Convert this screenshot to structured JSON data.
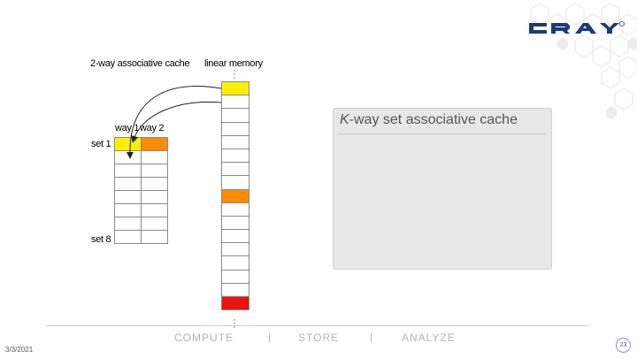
{
  "header": {
    "logo_text": "CRAY"
  },
  "diagram": {
    "cache_label": "2-way associative cache",
    "memory_label": "linear memory",
    "way1": "way 1",
    "way2": "way 2",
    "set1": "set  1",
    "set8": "set  8",
    "colors": {
      "yellow": "#ffee00",
      "orange": "#ff8c00",
      "red": "#ee1111"
    }
  },
  "panel": {
    "title": "-way  set  associative cache",
    "title_k": "K"
  },
  "footer": {
    "items": [
      "COMPUTE",
      "|",
      "STORE",
      "|",
      "ANALYZE"
    ],
    "date": "3/3/2021",
    "page": "23"
  }
}
